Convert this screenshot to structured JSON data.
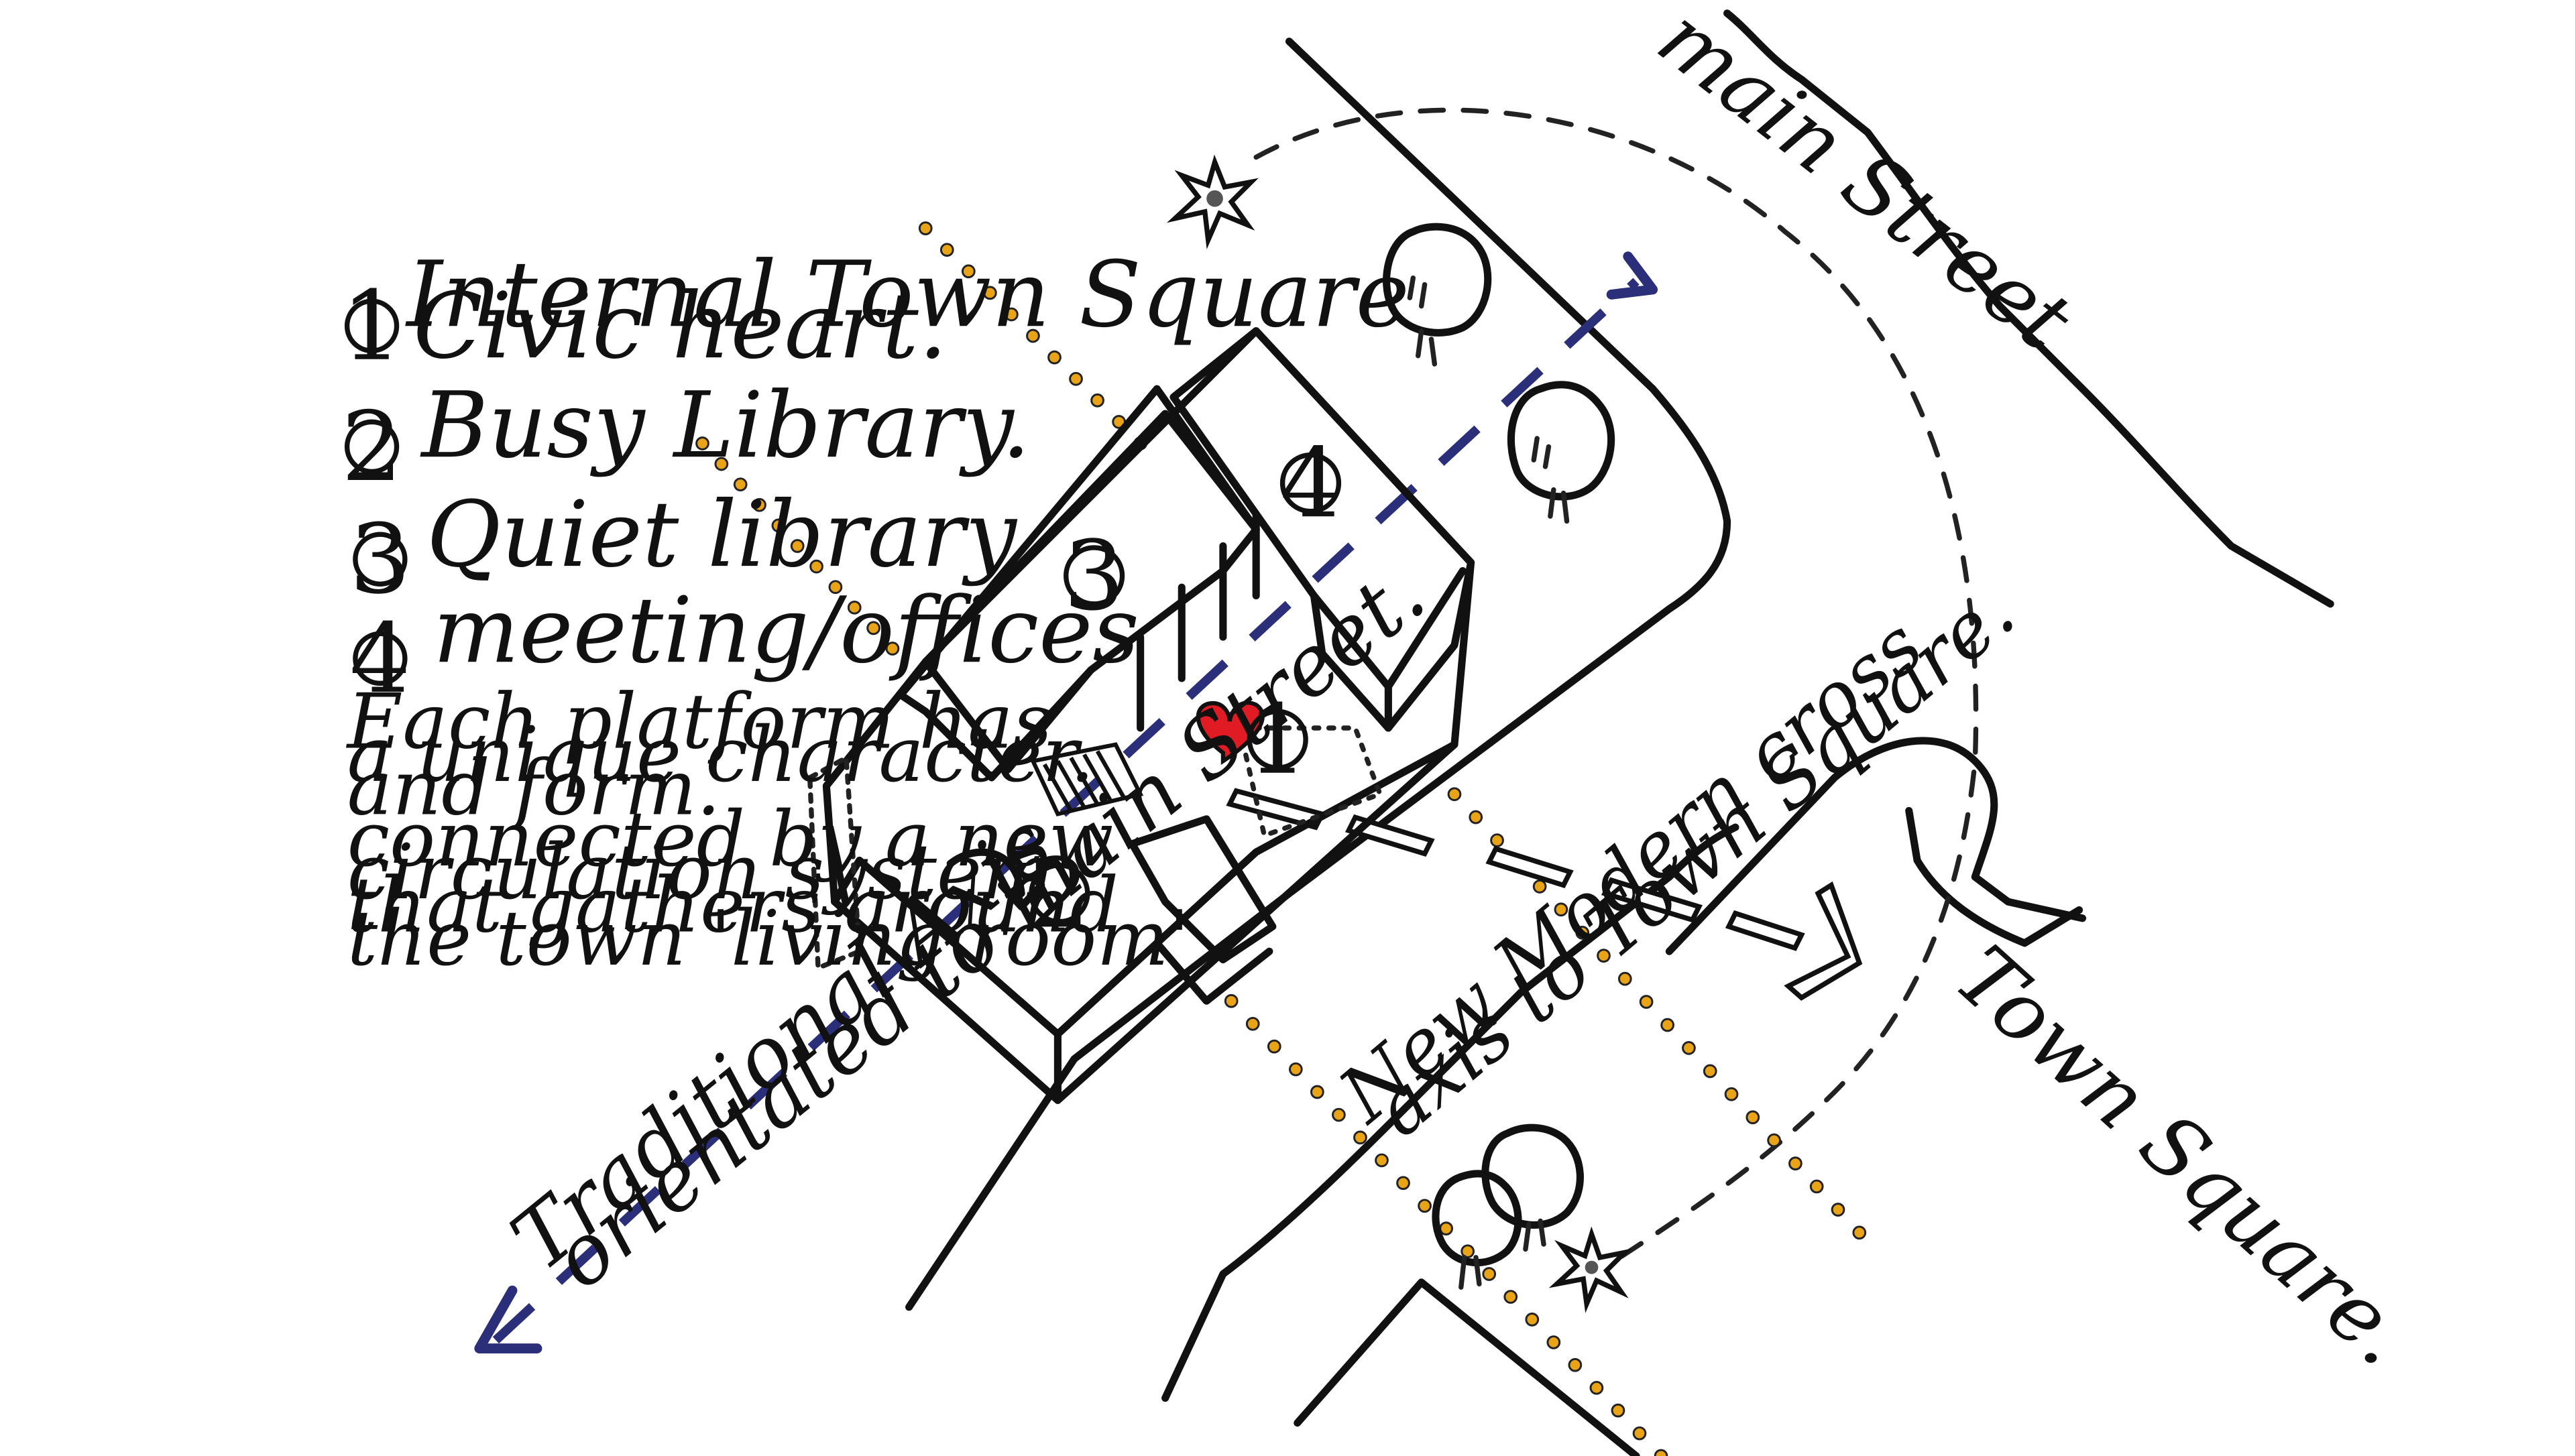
{
  "legend": {
    "items": [
      {
        "number": "1",
        "lines": [
          "Internal Town Square",
          "Civic heart."
        ]
      },
      {
        "number": "2",
        "lines": [
          "Busy Library."
        ]
      },
      {
        "number": "3",
        "lines": [
          "Quiet library"
        ]
      },
      {
        "number": "4",
        "lines": [
          "meeting/offices"
        ]
      }
    ],
    "note1": [
      "Each platform has",
      "a unique character.",
      "and form."
    ],
    "note2": [
      "connected by a new",
      "circulation system",
      "that gathers around",
      "the town 'living room'"
    ]
  },
  "labels": {
    "main_street": "main Street",
    "town_square": "Town Square.",
    "traditional_axis": [
      "Traditional Axis",
      "orientated to main Street."
    ],
    "cross_axis": [
      "New Modern cross",
      "axis to Town Square."
    ]
  },
  "zones": [
    {
      "number": "1"
    },
    {
      "number": "2"
    },
    {
      "number": "3"
    },
    {
      "number": "4"
    }
  ],
  "colors": {
    "ink": "#111111",
    "axis_blue": "#2b2f7a",
    "dot_orange": "#e8a317",
    "heart_red": "#e01b24"
  },
  "icons": [
    "heart-icon",
    "star-icon",
    "tree-icon",
    "arrow-icon"
  ]
}
